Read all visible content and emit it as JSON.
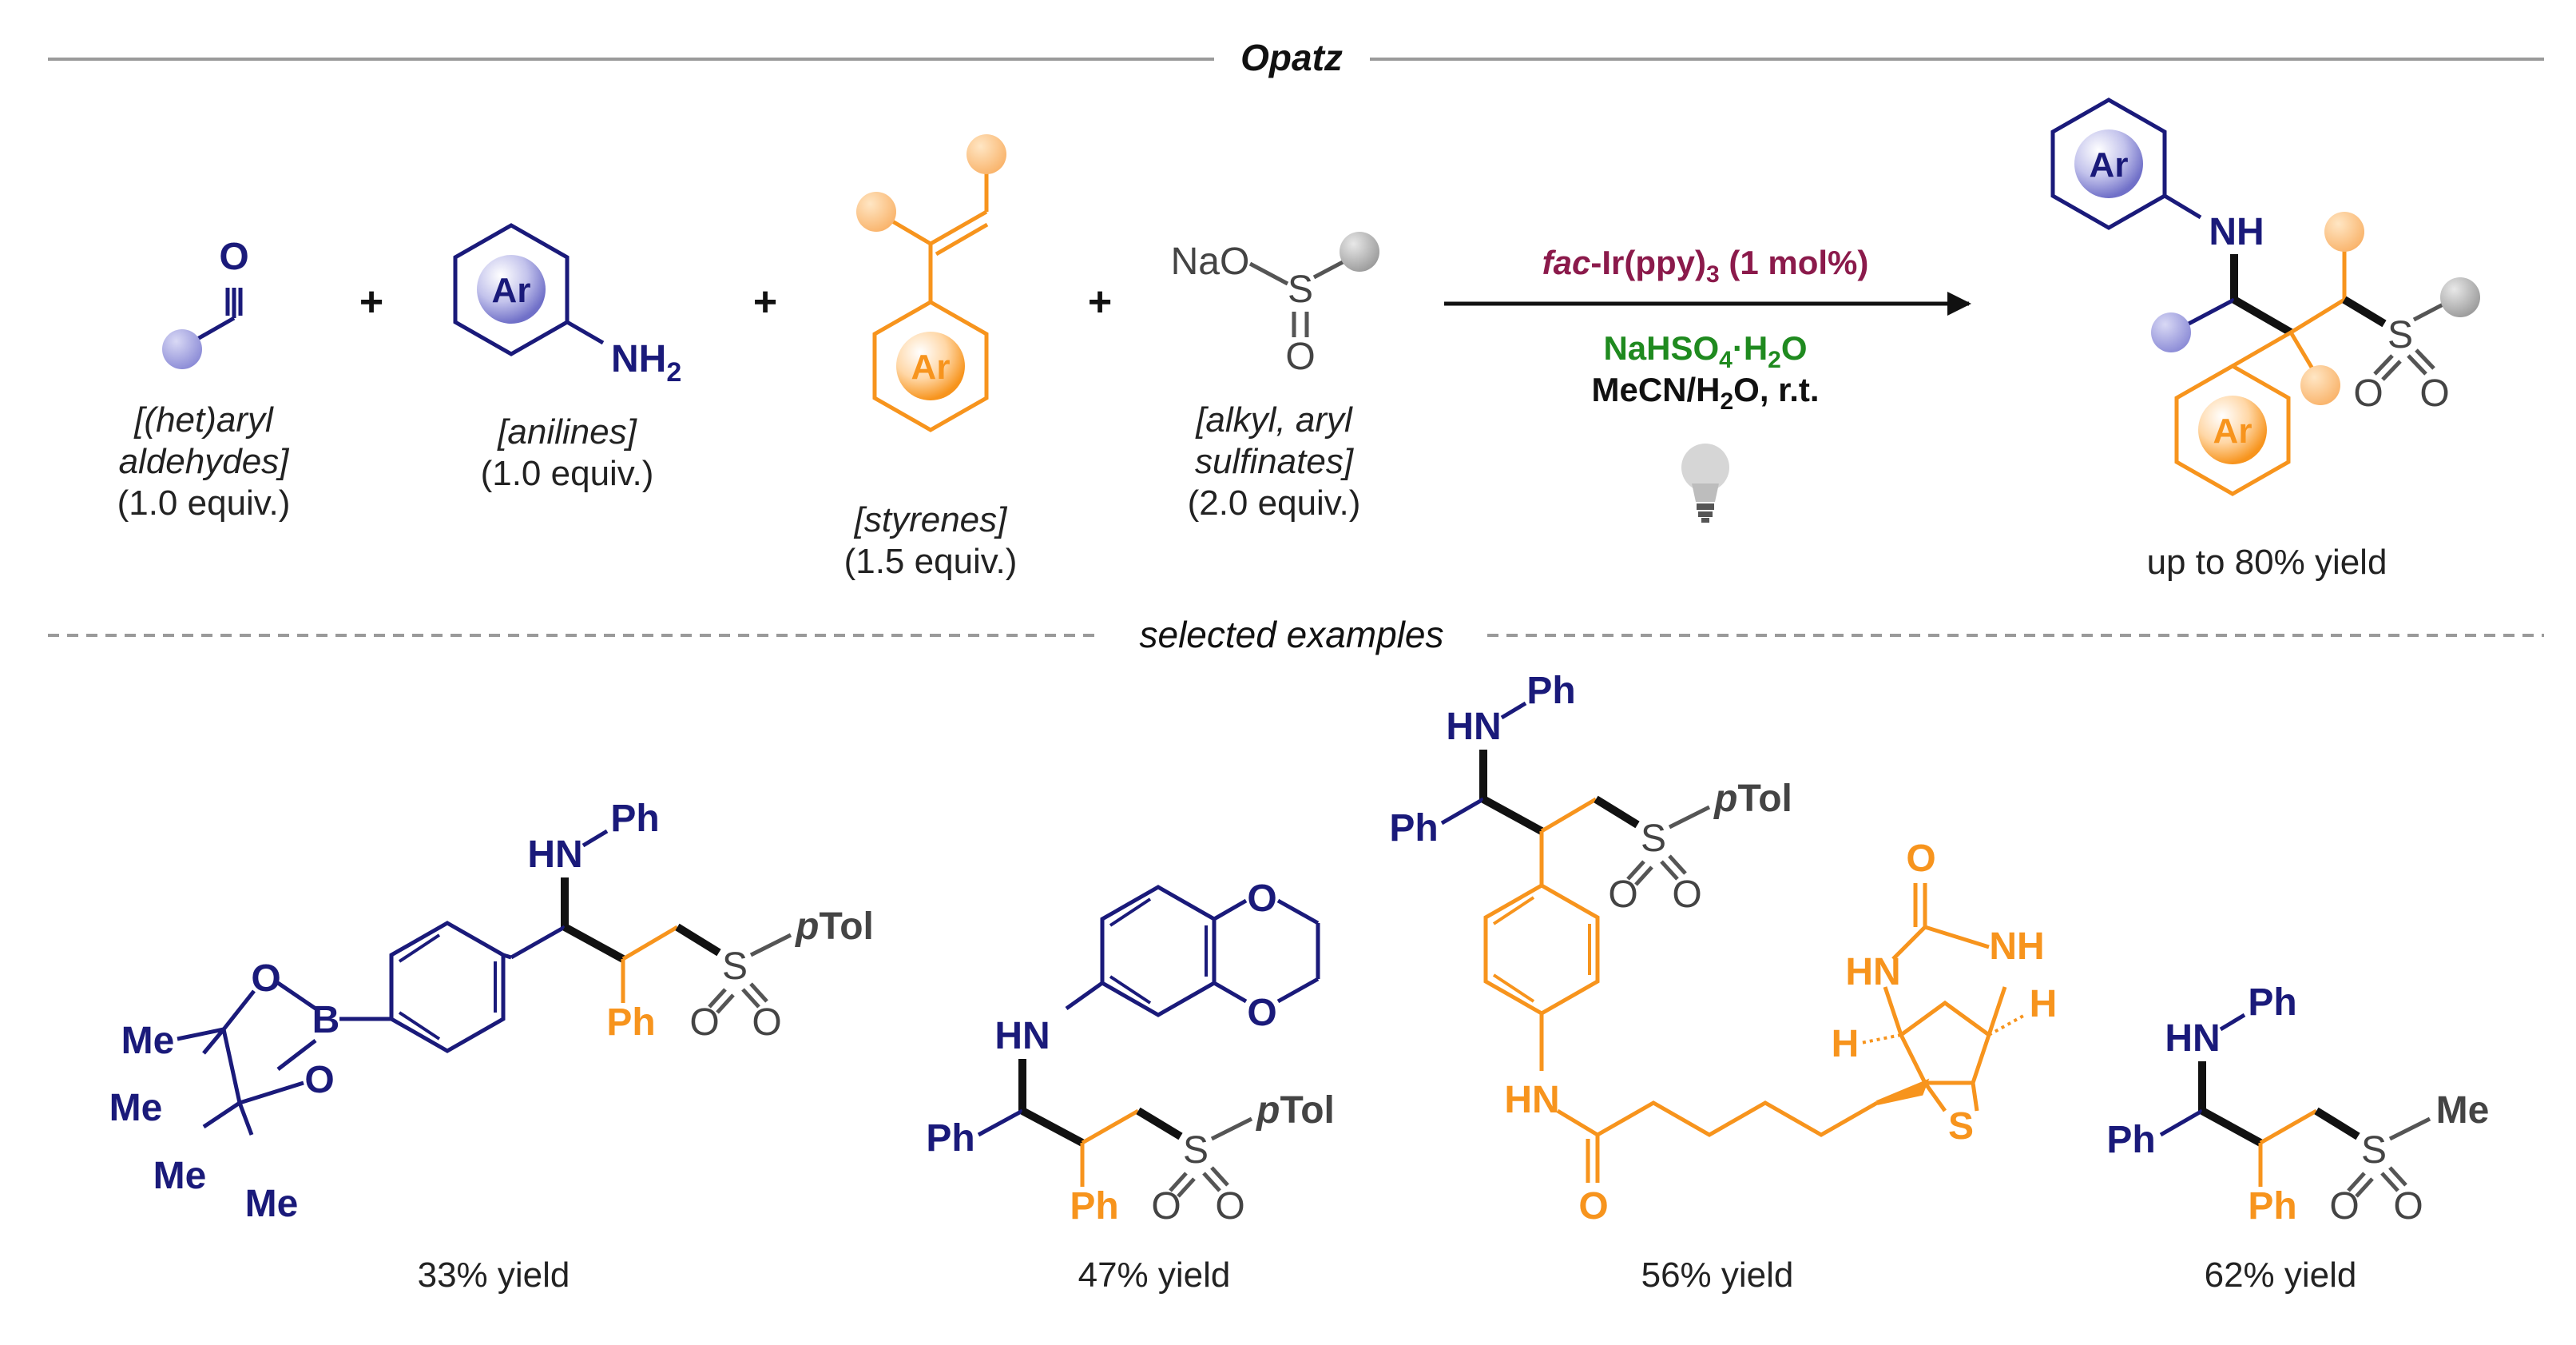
{
  "header": {
    "title": "Opatz"
  },
  "divider": {
    "title": "selected examples"
  },
  "reagents": {
    "aldehyde": {
      "o": "O",
      "label_1": "[(het)aryl",
      "label_2": "aldehydes]",
      "equiv": "(1.0 equiv.)"
    },
    "aniline": {
      "ar": "Ar",
      "nh2": "NH",
      "sub2": "2",
      "label": "[anilines]",
      "equiv": "(1.0 equiv.)"
    },
    "styrene": {
      "ar": "Ar",
      "label": "[styrenes]",
      "equiv": "(1.5 equiv.)"
    },
    "sulfinate": {
      "nao": "NaO",
      "s": "S",
      "o": "O",
      "label_1": "[alkyl, aryl",
      "label_2": "sulfinates]",
      "equiv": "(2.0 equiv.)"
    },
    "plus": "+"
  },
  "conditions": {
    "catalyst_italic": "fac",
    "catalyst_rest": "-Ir(ppy)",
    "catalyst_sub": "3",
    "catalyst_loading": " (1 mol%)",
    "additive_a": "NaHSO",
    "additive_sub4": "4",
    "additive_b": "·H",
    "additive_sub2": "2",
    "additive_c": "O",
    "solvent_a": "MeCN/H",
    "solvent_sub2": "2",
    "solvent_b": "O, r.t."
  },
  "product": {
    "ar_top": "Ar",
    "nh": "NH",
    "s": "S",
    "o1": "O",
    "o2": "O",
    "ar_bottom": "Ar",
    "yield": "up to 80% yield"
  },
  "examples": [
    {
      "nh": "HN",
      "ph_n": "Ph",
      "ph": "Ph",
      "s": "S",
      "o1": "O",
      "o2": "O",
      "ptol_p": "p",
      "ptol": "Tol",
      "b": "B",
      "ob1": "O",
      "ob2": "O",
      "me1": "Me",
      "me2": "Me",
      "me3": "Me",
      "me4": "Me",
      "yield": "33% yield"
    },
    {
      "nh": "HN",
      "ph_r": "Ph",
      "ph": "Ph",
      "s": "S",
      "o1": "O",
      "o2": "O",
      "ptol_p": "p",
      "ptol": "Tol",
      "od1": "O",
      "od2": "O",
      "yield": "47% yield"
    },
    {
      "nh": "HN",
      "ph_n": "Ph",
      "ph_r": "Ph",
      "s": "S",
      "o1": "O",
      "o2": "O",
      "ptol_p": "p",
      "ptol": "Tol",
      "hn_amide": "HN",
      "o_amide": "O",
      "o_urea": "O",
      "hn_urea": "HN",
      "nh_urea": "NH",
      "h1": "H",
      "h2": "H",
      "s_ring": "S",
      "yield": "56% yield"
    },
    {
      "nh": "HN",
      "ph_n": "Ph",
      "ph_r": "Ph",
      "ph": "Ph",
      "s": "S",
      "o1": "O",
      "o2": "O",
      "me": "Me",
      "yield": "62% yield"
    }
  ],
  "colors": {
    "navy": "#1a1a7a",
    "orange": "#f7941d",
    "grey": "#555555",
    "catalyst": "#8b1a4b",
    "additive": "#1f8a1f",
    "rule": "#9a9a9a"
  }
}
